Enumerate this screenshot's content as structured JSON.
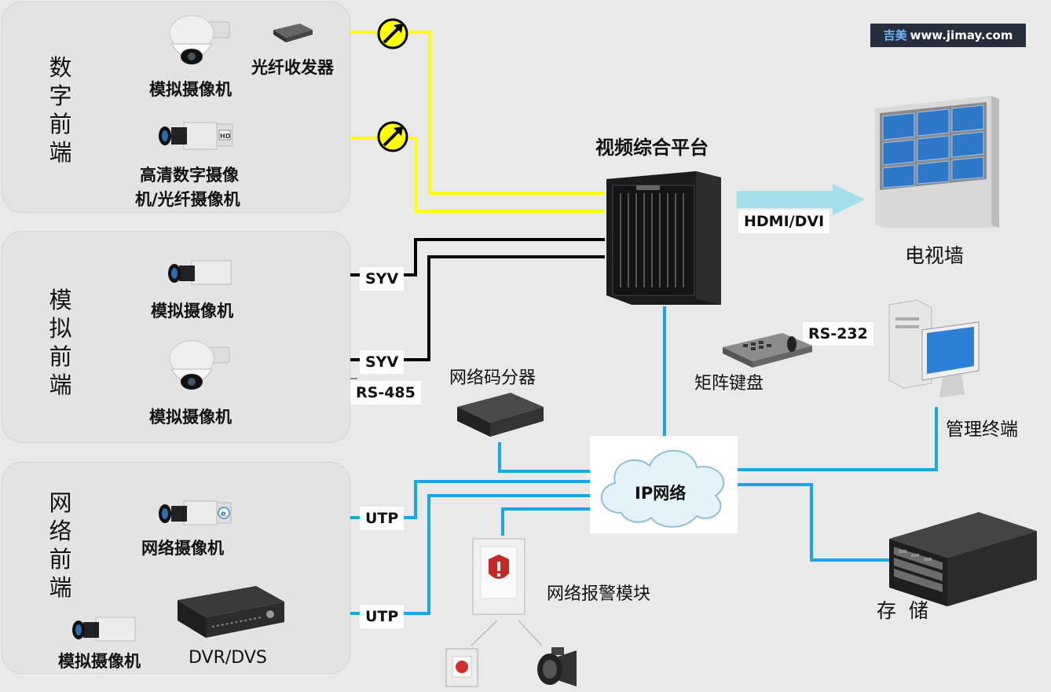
{
  "logo": {
    "brand": "吉美",
    "url": "www.jimay.com"
  },
  "groups": {
    "digital": "数字前端",
    "analog": "模拟前端",
    "network": "网络前端"
  },
  "devices": {
    "analog_cam_1": "模拟摄像机",
    "fiber_transceiver": "光纤收发器",
    "hd_cam_line1": "高清数字摄像",
    "hd_cam_line2": "机/光纤摄像机",
    "analog_cam_2": "模拟摄像机",
    "analog_cam_3": "模拟摄像机",
    "net_cam": "网络摄像机",
    "analog_cam_4": "模拟摄像机",
    "dvr": "DVR/DVS",
    "platform": "视频综合平台",
    "video_wall": "电视墙",
    "matrix_keyboard": "矩阵键盘",
    "mgmt_terminal": "管理终端",
    "decoder": "网络码分器",
    "ip_network": "IP网络",
    "alarm_module": "网络报警模块",
    "storage": "存  储"
  },
  "links": {
    "syv_1": "SYV",
    "syv_2": "SYV",
    "rs485": "RS-485",
    "utp_1": "UTP",
    "utp_2": "UTP",
    "hdmi": "HDMI/DVI",
    "rs232": "RS-232"
  },
  "colors": {
    "fiber_line": "#ffff00",
    "coax_line": "#000000",
    "ip_line": "#19a7e6",
    "panel_bg": "#e3e3e3",
    "background": "#e9e9e9"
  }
}
